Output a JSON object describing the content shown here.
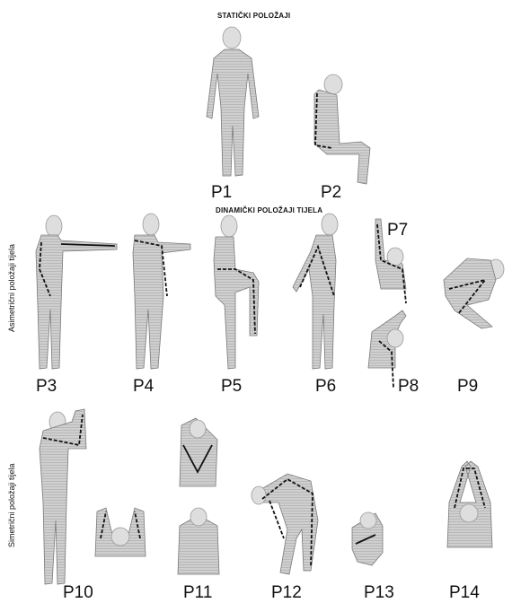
{
  "headers": {
    "static": "STATIČKI POLOŽAJI",
    "dynamic": "DINAMIČKI POLOŽAJI TIJELA"
  },
  "side_labels": {
    "asymmetric": "Asimetrični položaji tijela",
    "symmetric": "Simetrični položaji tijela"
  },
  "positions": [
    "P1",
    "P2",
    "P3",
    "P4",
    "P5",
    "P6",
    "P7",
    "P8",
    "P9",
    "P10",
    "P11",
    "P12",
    "P13",
    "P14"
  ],
  "colors": {
    "skin": "#c8c8c8",
    "trace": "#111111"
  }
}
